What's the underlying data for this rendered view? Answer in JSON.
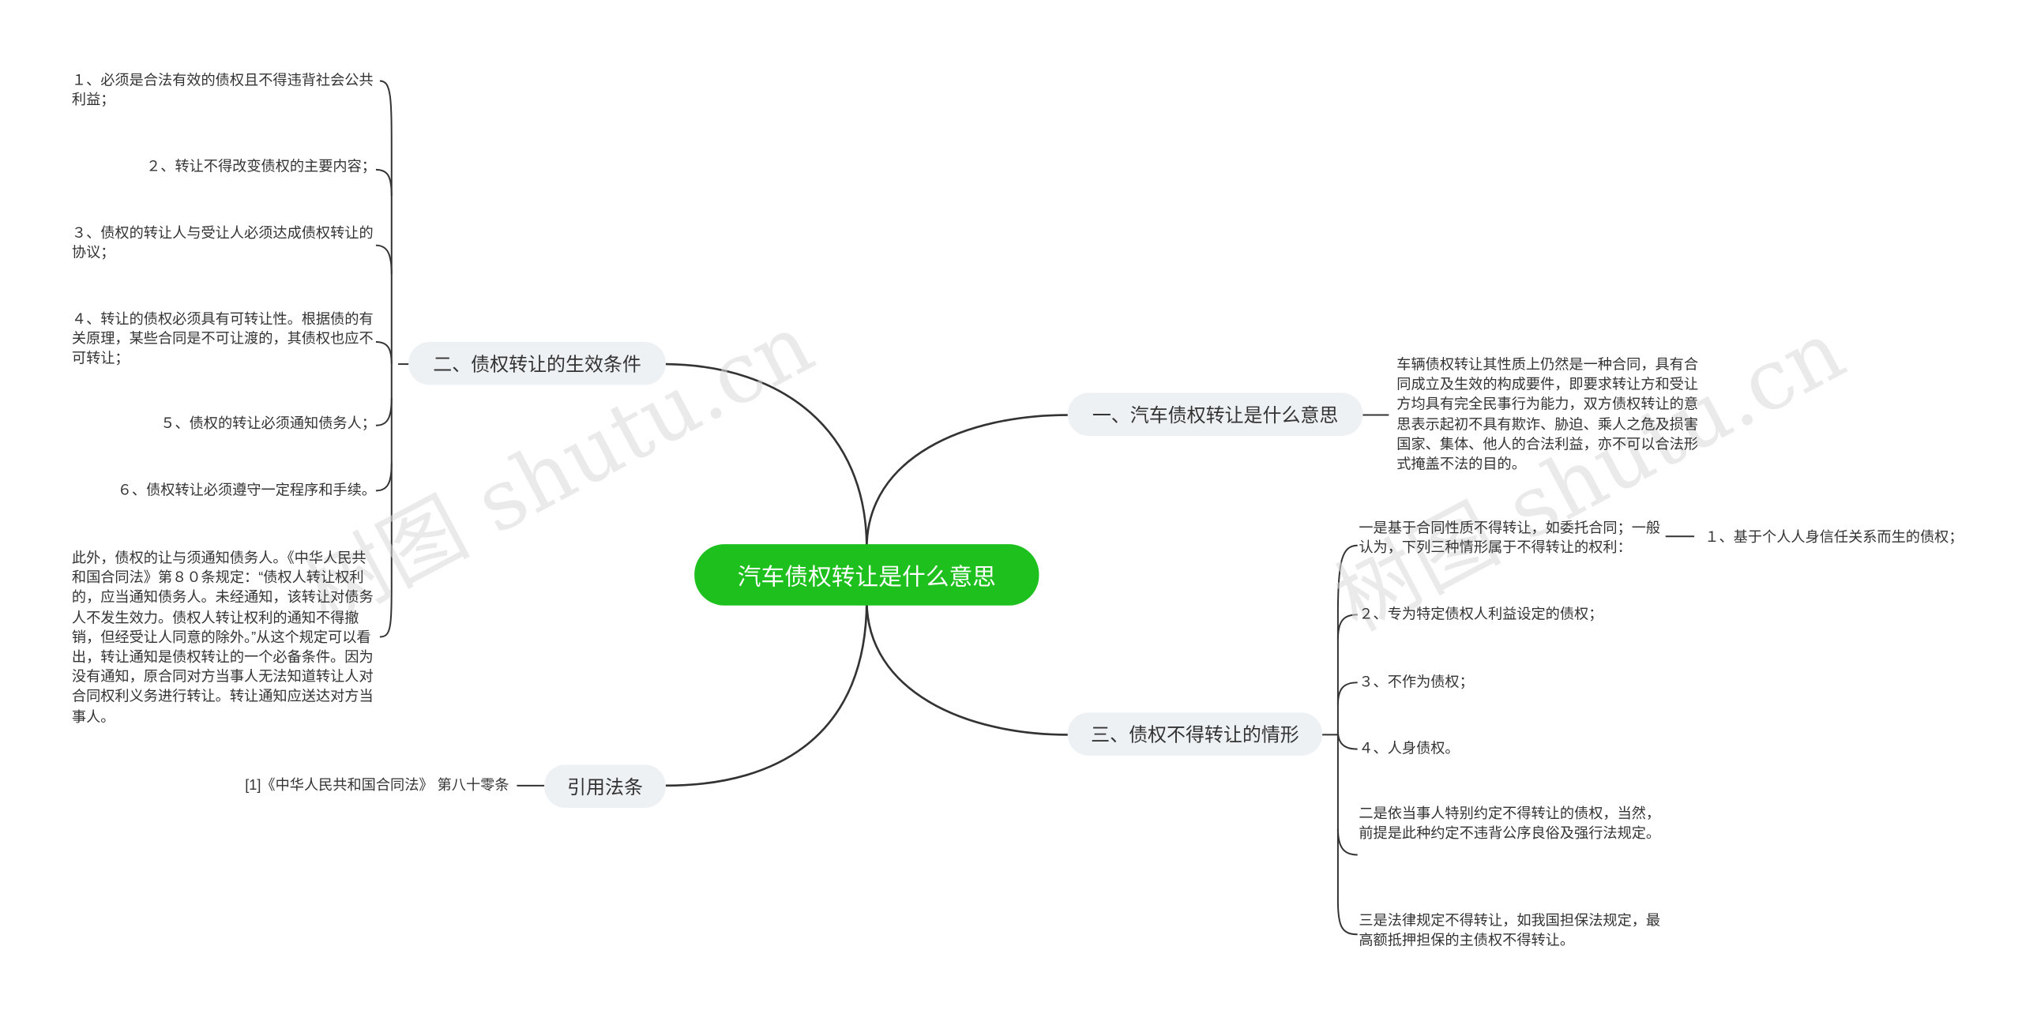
{
  "watermark": "树图 shutu.cn",
  "root": {
    "label": "汽车债权转让是什么意思"
  },
  "branches": {
    "conditions": {
      "label": "二、债权转让的生效条件",
      "items": [
        "１、必须是合法有效的债权且不得违背社会公共利益；",
        "２、转让不得改变债权的主要内容；",
        "３、债权的转让人与受让人必须达成债权转让的协议；",
        "４、转让的债权必须具有可转让性。根据债的有关原理，某些合同是不可让渡的，其债权也应不可转让；",
        "５、债权的转让必须通知债务人；",
        "６、债权转让必须遵守一定程序和手续。",
        "此外，债权的让与须通知债务人。《中华人民共和国合同法》第８０条规定：“债权人转让权利的，应当通知债务人。未经通知，该转让对债务人不发生效力。债权人转让权利的通知不得撤销，但经受让人同意的除外。”从这个规定可以看出，转让通知是债权转让的一个必备条件。因为没有通知，原合同对方当事人无法知道转让人对合同权利义务进行转让。转让通知应送达对方当事人。"
      ]
    },
    "law": {
      "label": "引用法条",
      "items": [
        "[1]《中华人民共和国合同法》 第八十零条"
      ]
    },
    "meaning": {
      "label": "一、汽车债权转让是什么意思",
      "items": [
        "车辆债权转让其性质上仍然是一种合同，具有合同成立及生效的构成要件，即要求转让方和受让方均具有完全民事行为能力，双方债权转让的意思表示起初不具有欺诈、胁迫、乘人之危及损害国家、集体、他人的合法利益，亦不可以合法形式掩盖不法的目的。"
      ]
    },
    "cases": {
      "label": "三、债权不得转让的情形",
      "items": [
        "一是基于合同性质不得转让，如委托合同；一般认为，下列三种情形属于不得转让的权利：",
        "２、专为特定债权人利益设定的债权；",
        "３、不作为债权；",
        "４、人身债权。",
        "二是依当事人特别约定不得转让的债权，当然，前提是此种约定不违背公序良俗及强行法规定。",
        "三是法律规定不得转让，如我国担保法规定，最高额抵押担保的主债权不得转让。"
      ],
      "sub_items": [
        "１、基于个人人身信任关系而生的债权；"
      ]
    }
  },
  "colors": {
    "root": "#1ec01e",
    "branch_bg": "#eef1f4",
    "line": "#333333",
    "text": "#333333"
  }
}
